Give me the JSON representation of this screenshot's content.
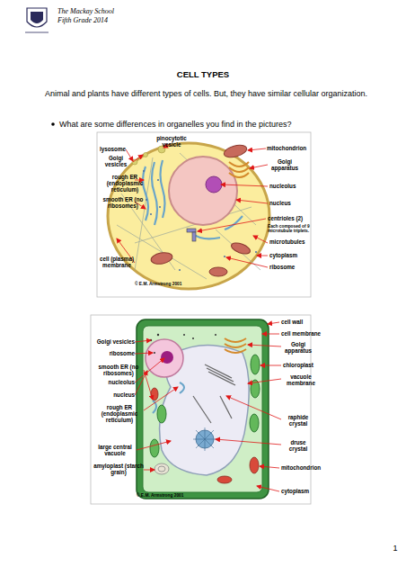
{
  "diagram": {
    "title": "CELL TYPES",
    "labels": [
      "The Mackay School",
      "Fifth Grade 2014",
      "Animal and plants have different types of cells. But, they have similar cellular organization.",
      "What are some differences in organelles you find in the pictures?",
      "pinocytotic vesicle",
      "lysosome",
      "Golgi vesicles",
      "rough ER (endoplasmic reticulum)",
      "smooth ER (no ribosomes)",
      "cell (plasma) membrane",
      "mitochondrion",
      "Golgi apparatus",
      "nucleolus",
      "nucleus",
      "centrioles (2)",
      "Each composed of 9 microtubule triplets.",
      "microtubules",
      "cytoplasm",
      "ribosome",
      "© E.M. Armstrong 2001",
      "cell wall",
      "cell membrane",
      "Golgi apparatus",
      "chloroplast",
      "vacuole membrane",
      "raphide crystal",
      "druse crystal",
      "mitochondrion",
      "cytoplasm",
      "Golgi vesicles",
      "ribosome",
      "smooth ER (no ribosomes)",
      "nucleolus",
      "nucleus",
      "rough ER (endoplasmic reticulum)",
      "large central vacuole",
      "amyloplast (starch grain)",
      "© E.M. Armstrong 2001",
      "1"
    ]
  }
}
